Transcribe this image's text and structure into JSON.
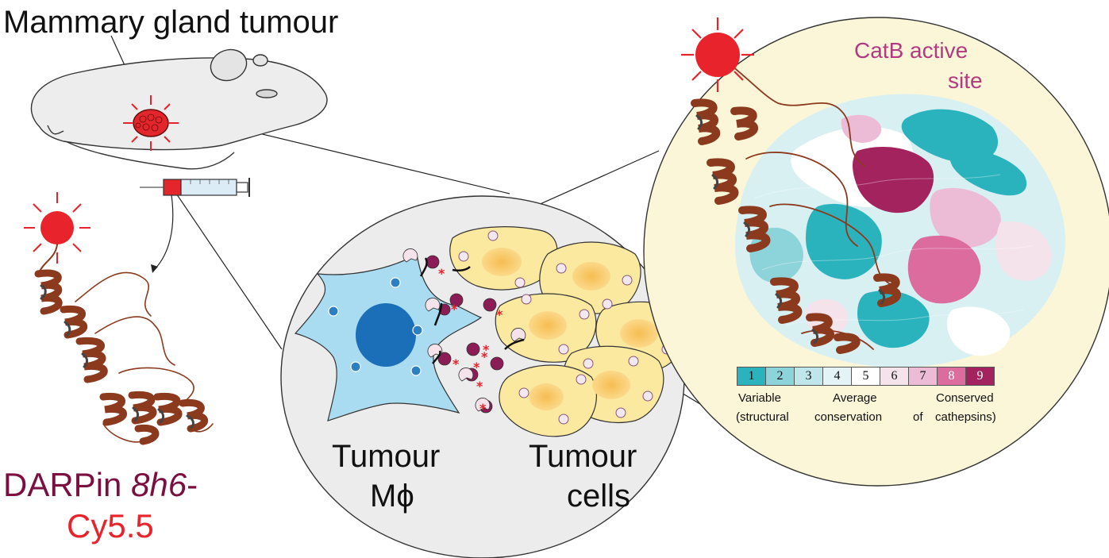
{
  "title": "Mammary gland tumour",
  "darpin": {
    "name_prefix": "DARPin ",
    "name_italic": "8h6",
    "name_suffix": "-",
    "dye": "Cy5.5"
  },
  "cells": {
    "macrophage_line1": "Tumour",
    "macrophage_line2": "Mϕ",
    "tumour_line1": "Tumour",
    "tumour_line2": "cells"
  },
  "active_site": {
    "line1": "CatB active",
    "line2": "site"
  },
  "conservation_scale": {
    "levels": [
      {
        "value": "1",
        "color": "#2bb3bd"
      },
      {
        "value": "2",
        "color": "#8dd3da"
      },
      {
        "value": "3",
        "color": "#bfe6ea"
      },
      {
        "value": "4",
        "color": "#e4f4f6"
      },
      {
        "value": "5",
        "color": "#ffffff"
      },
      {
        "value": "6",
        "color": "#f5e3ec"
      },
      {
        "value": "7",
        "color": "#ecbcd6"
      },
      {
        "value": "8",
        "color": "#dc6b9e"
      },
      {
        "value": "9",
        "color": "#a3235f"
      }
    ],
    "caption_variable": "Variable",
    "caption_average": "Average",
    "caption_conserved": "Conserved",
    "caption_structural": "(structural",
    "caption_conservation": "conservation",
    "caption_of": "of",
    "caption_cathepsins": "cathepsins)"
  },
  "colors": {
    "fluorophore": "#e8232c",
    "macrophage": "#a9dcf0",
    "macrophage_nucleus": "#1a6fb8",
    "tumour_cell": "#fbe9a0",
    "tumour_nucleus": "#f6c25a",
    "protein_ribbon": "#8b3a1e",
    "zoom_circle": "#fbf6d8",
    "cell_circle": "#ececec"
  }
}
